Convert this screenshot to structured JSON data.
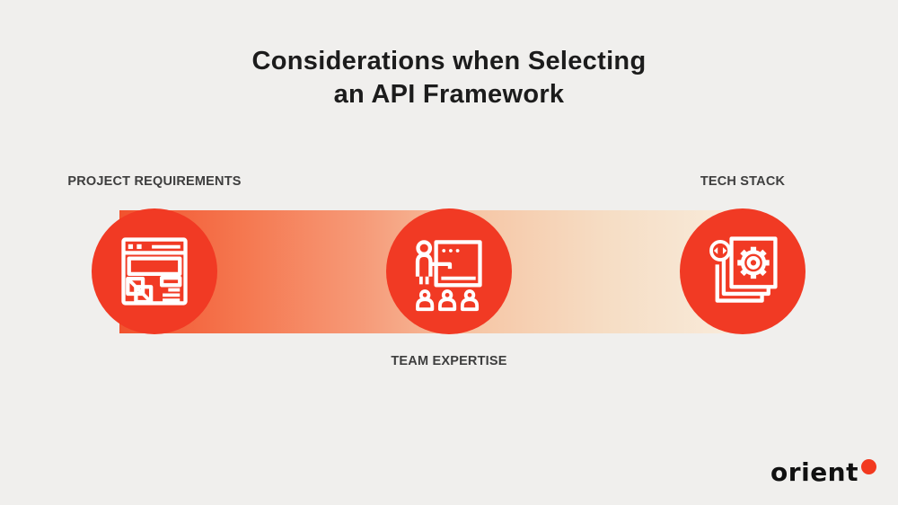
{
  "title": {
    "line1": "Considerations when Selecting",
    "line2": "an API Framework"
  },
  "items": [
    {
      "label": "PROJECT REQUIREMENTS",
      "icon": "browser-wireframe-icon",
      "label_position": "top"
    },
    {
      "label": "TEAM EXPERTISE",
      "icon": "presenter-whiteboard-icon",
      "label_position": "bottom"
    },
    {
      "label": "TECH STACK",
      "icon": "gear-document-stack-icon",
      "label_position": "top"
    }
  ],
  "logo": {
    "text": "orient"
  },
  "colors": {
    "background": "#f0efed",
    "title_text": "#1c1c1c",
    "label_text": "#3e3e3e",
    "circle_red": "#f13a24",
    "band_start": "#f1522e",
    "band_mid": "#f69a78",
    "band_soft": "#f6c8a8",
    "band_end": "#f8ead9",
    "logo_text": "#111111",
    "logo_dot": "#f2391f"
  }
}
